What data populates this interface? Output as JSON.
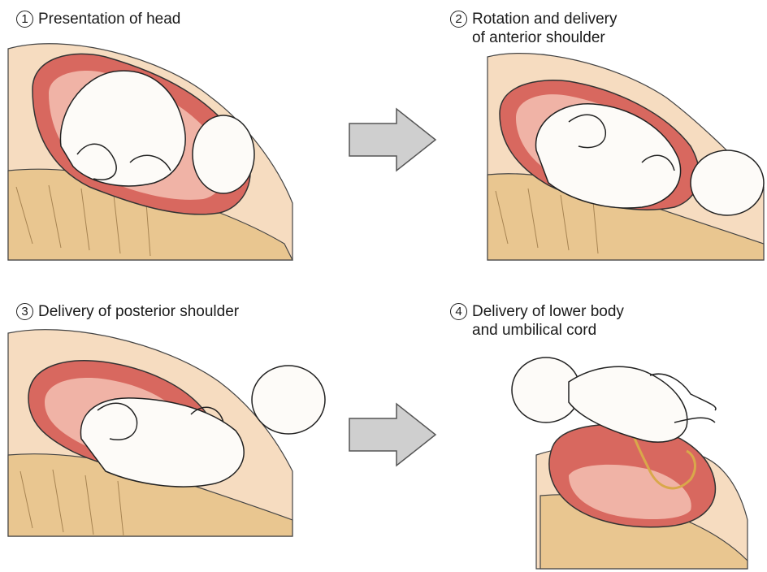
{
  "steps": [
    {
      "number": "1",
      "lines": [
        "Presentation of head"
      ]
    },
    {
      "number": "2",
      "lines": [
        "Rotation and delivery",
        "of anterior shoulder"
      ]
    },
    {
      "number": "3",
      "lines": [
        "Delivery of posterior shoulder"
      ]
    },
    {
      "number": "4",
      "lines": [
        "Delivery of lower body",
        "and umbilical cord"
      ]
    }
  ],
  "colors": {
    "uterus": "#d8685f",
    "uterus_inner": "#f0b3a6",
    "skin_tan": "#f4d5b0",
    "bone": "#e8c48d",
    "arrow": "#cfcfcf",
    "cord": "#d9a84a"
  }
}
